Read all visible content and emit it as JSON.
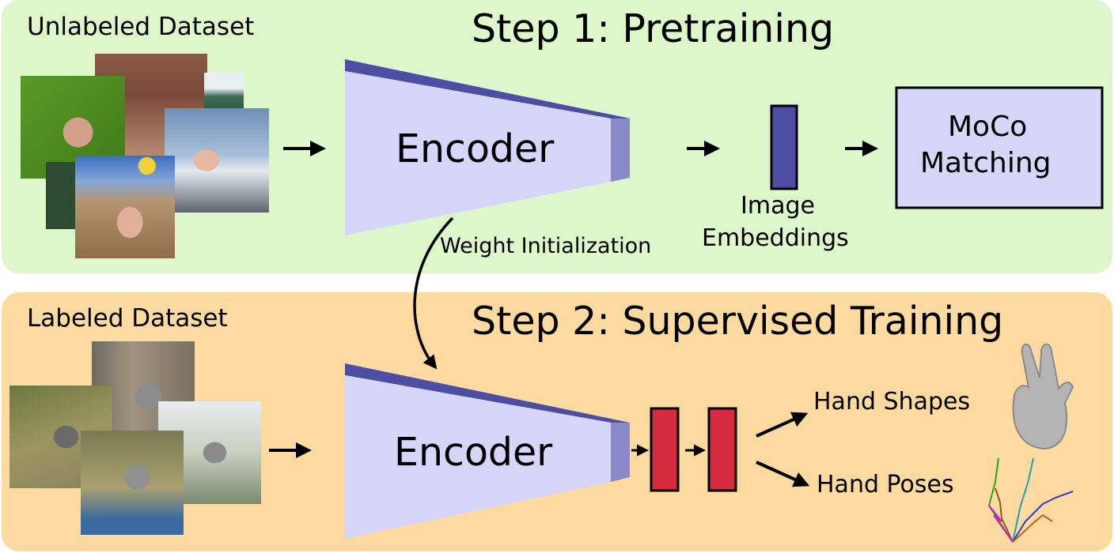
{
  "step1": {
    "dataset_label": "Unlabeled Dataset",
    "title": "Step 1: Pretraining",
    "encoder_label": "Encoder",
    "embeddings_label_line1": "Image",
    "embeddings_label_line2": "Embeddings",
    "moco_line1": "MoCo",
    "moco_line2": "Matching"
  },
  "transfer_label": "Weight Initialization",
  "step2": {
    "dataset_label": "Labeled Dataset",
    "title": "Step 2: Supervised Training",
    "encoder_label": "Encoder",
    "output_shapes": "Hand Shapes",
    "output_poses": "Hand Poses"
  },
  "colors": {
    "panel1_bg": "#ddf7cb",
    "panel2_bg": "#fddba0",
    "encoder_face": "#d6d6fb",
    "encoder_edge": "#4d4ea3",
    "head_block": "#d62b3e",
    "moco_box": "#d6d6fb"
  }
}
